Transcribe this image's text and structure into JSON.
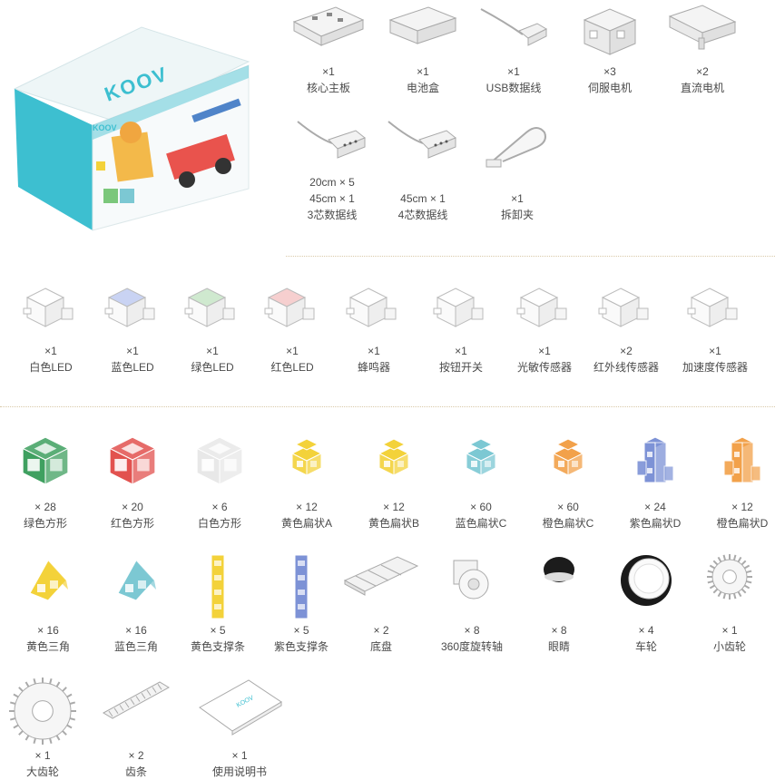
{
  "box": {
    "brand": "KOOV",
    "brand_small": "KOOV",
    "colors": {
      "teal": "#3dbfd0",
      "front": "#f4f8f9"
    }
  },
  "row1": [
    {
      "count": "×1",
      "name": "核心主板",
      "icon": "core-board-icon"
    },
    {
      "count": "×1",
      "name": "电池盒",
      "icon": "battery-box-icon"
    },
    {
      "count": "×1",
      "name": "USB数据线",
      "icon": "usb-cable-icon"
    },
    {
      "count": "×3",
      "name": "伺服电机",
      "icon": "servo-motor-icon"
    },
    {
      "count": "×2",
      "name": "直流电机",
      "icon": "dc-motor-icon"
    }
  ],
  "row2": [
    {
      "count1": "20cm × 5",
      "count": "45cm × 1",
      "name": "3芯数据线",
      "icon": "3-wire-cable-icon"
    },
    {
      "count": "45cm × 1",
      "name": "4芯数据线",
      "icon": "4-wire-cable-icon"
    },
    {
      "count": "×1",
      "name": "拆卸夹",
      "icon": "removal-clip-icon"
    }
  ],
  "row3": [
    {
      "count": "×1",
      "name": "白色LED",
      "tint": "#ffffff"
    },
    {
      "count": "×1",
      "name": "蓝色LED",
      "tint": "#c9d3f3"
    },
    {
      "count": "×1",
      "name": "绿色LED",
      "tint": "#cfe9cf"
    },
    {
      "count": "×1",
      "name": "红色LED",
      "tint": "#f6cfcf"
    },
    {
      "count": "×1",
      "name": "蜂鸣器",
      "tint": "#ffffff"
    },
    {
      "count": "×1",
      "name": "按钮开关",
      "tint": "#ffffff"
    },
    {
      "count": "×1",
      "name": "光敏传感器",
      "tint": "#ffffff"
    },
    {
      "count": "×2",
      "name": "红外线传感器",
      "tint": "#ffffff"
    },
    {
      "count": "×1",
      "name": "加速度传感器",
      "tint": "#ffffff"
    }
  ],
  "row4": [
    {
      "count": "× 28",
      "name": "绿色方形",
      "color": "#3fa060"
    },
    {
      "count": "× 20",
      "name": "红色方形",
      "color": "#e2524f"
    },
    {
      "count": "× 6",
      "name": "白色方形",
      "color": "#e8e8e8"
    },
    {
      "count": "× 12",
      "name": "黄色扁状A",
      "color": "#f3d23a"
    },
    {
      "count": "× 12",
      "name": "黄色扁状B",
      "color": "#f3d23a"
    },
    {
      "count": "× 60",
      "name": "蓝色扁状C",
      "color": "#7cc8d3"
    },
    {
      "count": "× 60",
      "name": "橙色扁状C",
      "color": "#f2a14a"
    },
    {
      "count": "× 24",
      "name": "紫色扁状D",
      "color": "#7d92d6"
    },
    {
      "count": "× 12",
      "name": "橙色扁状D",
      "color": "#f2a14a"
    }
  ],
  "row5": [
    {
      "count": "× 16",
      "name": "黄色三角",
      "color": "#f3d23a"
    },
    {
      "count": "× 16",
      "name": "蓝色三角",
      "color": "#7cc8d3"
    },
    {
      "count": "× 5",
      "name": "黄色支撑条",
      "color": "#f3d23a"
    },
    {
      "count": "× 5",
      "name": "紫色支撑条",
      "color": "#7d92d6"
    },
    {
      "count": "× 2",
      "name": "底盘",
      "color": "#dcdcdc"
    },
    {
      "count": "× 8",
      "name": "360度旋转轴",
      "color": "#dcdcdc"
    },
    {
      "count": "× 8",
      "name": "眼睛",
      "color": "#1a1a1a"
    },
    {
      "count": "× 4",
      "name": "车轮",
      "color": "#1a1a1a"
    },
    {
      "count": "× 1",
      "name": "小齿轮",
      "color": "#dcdcdc"
    }
  ],
  "row6": [
    {
      "count": "× 1",
      "name": "大齿轮",
      "color": "#dcdcdc"
    },
    {
      "count": "× 2",
      "name": "齿条",
      "color": "#dcdcdc"
    },
    {
      "count": "× 1",
      "name": "使用说明书",
      "color": "#ffffff"
    }
  ]
}
